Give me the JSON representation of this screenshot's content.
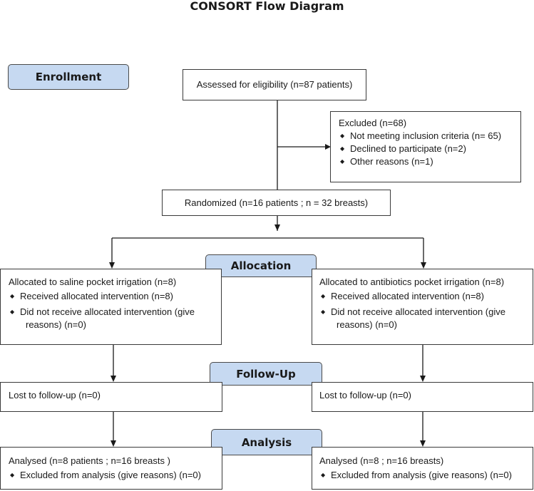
{
  "title": "CONSORT Flow Diagram",
  "stages": {
    "enrollment": "Enrollment",
    "allocation": "Allocation",
    "followup": "Follow-Up",
    "analysis": "Analysis"
  },
  "assessed": "Assessed for eligibility (n=87 patients)",
  "excluded": {
    "heading": "Excluded  (n=68)",
    "items": [
      "Not meeting inclusion criteria (n= 65)",
      "Declined to participate (n=2)",
      "Other reasons (n=1)"
    ]
  },
  "randomized": "Randomized (n=16 patients ; n = 32 breasts)",
  "left": {
    "allocation": {
      "heading": "Allocated to saline pocket irrigation (n=8)",
      "received": "Received allocated intervention (n=8)",
      "not_received_1": "Did not receive allocated intervention (give",
      "not_received_2": "reasons) (n=0)"
    },
    "followup": "Lost to follow-up (n=0)",
    "analysis": {
      "heading": "Analysed  (n=8 patients ; n=16 breasts )",
      "excluded": "Excluded from analysis (give reasons) (n=0)"
    }
  },
  "right": {
    "allocation": {
      "heading": "Allocated to antibiotics pocket irrigation (n=8)",
      "received": "Received allocated intervention (n=8)",
      "not_received_1": "Did not receive allocated intervention (give",
      "not_received_2": "reasons) (n=0)"
    },
    "followup": "Lost to follow-up (n=0)",
    "analysis": {
      "heading": "Analysed  (n=8 ; n=16 breasts)",
      "excluded": "Excluded from analysis (give reasons) (n=0)"
    }
  }
}
